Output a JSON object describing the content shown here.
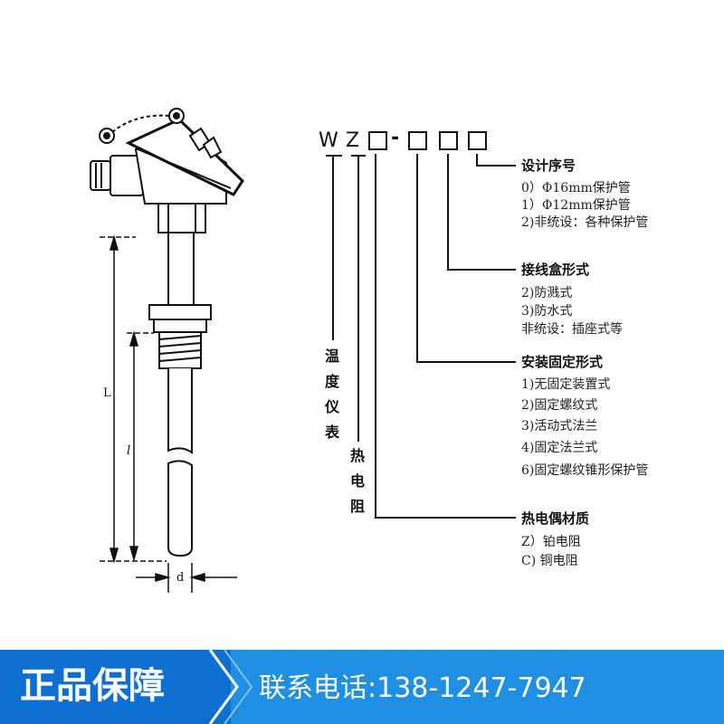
{
  "model_code": {
    "prefix_w": "W",
    "prefix_z": "Z",
    "dash": "-"
  },
  "left_labels": {
    "wendu_yibiao": [
      "温",
      "度",
      "仪",
      "表"
    ],
    "re_dianzu": [
      "热",
      "电",
      "阻"
    ]
  },
  "dimensions": {
    "L": "L",
    "l": "l",
    "d": "d"
  },
  "sections": [
    {
      "title": "设计序号",
      "items": [
        "0）Φ16mm保护管",
        "1）Φ12mm保护管",
        "2)非统设：各种保护管"
      ]
    },
    {
      "title": "接线盒形式",
      "items": [
        "2)防溅式",
        "3)防水式",
        "非统设：插座式等"
      ]
    },
    {
      "title": "安装固定形式",
      "items": [
        "1)无固定装置式",
        "2)固定螺纹式",
        "3)活动式法兰",
        "4)固定法兰式",
        "6)固定螺纹锥形保护管"
      ]
    },
    {
      "title": "热电偶材质",
      "items": [
        "Z）铂电阻",
        "C)  铜电阻"
      ]
    }
  ],
  "banner": {
    "left": "正品保障",
    "right": "联系电话:138-1247-7947"
  },
  "colors": {
    "banner": "#1f8fe3",
    "banner_left": "#0d6fd1",
    "line": "#111111"
  }
}
